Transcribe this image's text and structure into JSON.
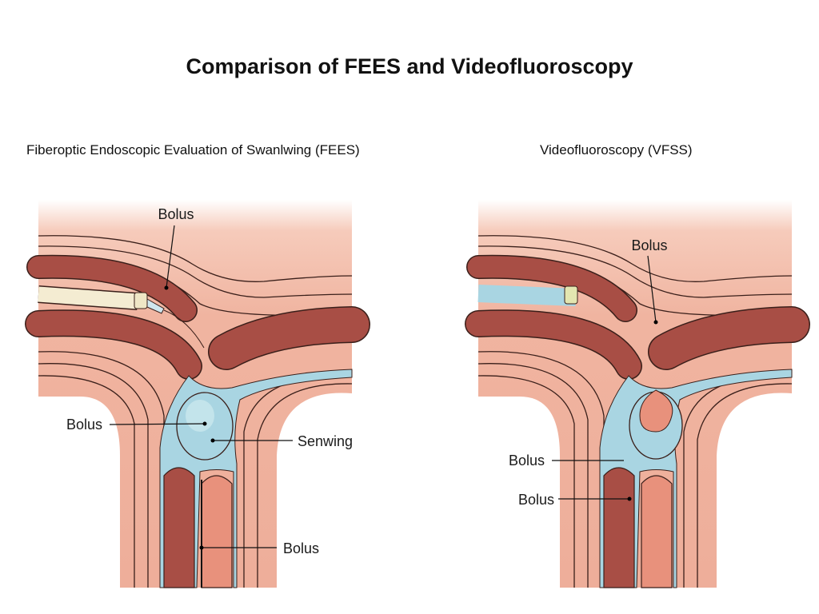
{
  "title": "Comparison of FEES and Videofluoroscopy",
  "panels": [
    {
      "heading": "Fiberoptic Endoscopic Evaluation of Swanlwing (FEES)",
      "labels": [
        "Bolus",
        "Bolus",
        "Senwing",
        "Bolus"
      ]
    },
    {
      "heading": "Videofluoroscopy (VFSS)",
      "labels": [
        "Bolus",
        "Bolus",
        "Bolus"
      ]
    }
  ],
  "colors": {
    "tissue": "#f0b4a0",
    "muscle": "#a84e45",
    "fluid": "#a9d5e2",
    "outline": "#3a1f1a"
  }
}
